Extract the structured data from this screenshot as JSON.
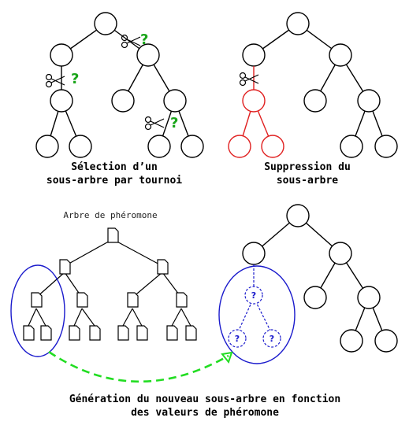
{
  "captions": {
    "selection_line1": "Sélection d’un",
    "selection_line2": "sous-arbre par tournoi",
    "suppression_line1": "Suppression du",
    "suppression_line2": "sous-arbre",
    "pheromone_tree": "Arbre de phéromone",
    "generation_line1": "Génération du nouveau sous-arbre en fonction",
    "generation_line2": "des valeurs de phéromone"
  },
  "markers": {
    "question": "?"
  },
  "colors": {
    "tree": "#000000",
    "removed_subtree": "#e02020",
    "selection_question": "#1aa51a",
    "new_subtree": "#1a1acc",
    "arrow": "#22dd22"
  }
}
